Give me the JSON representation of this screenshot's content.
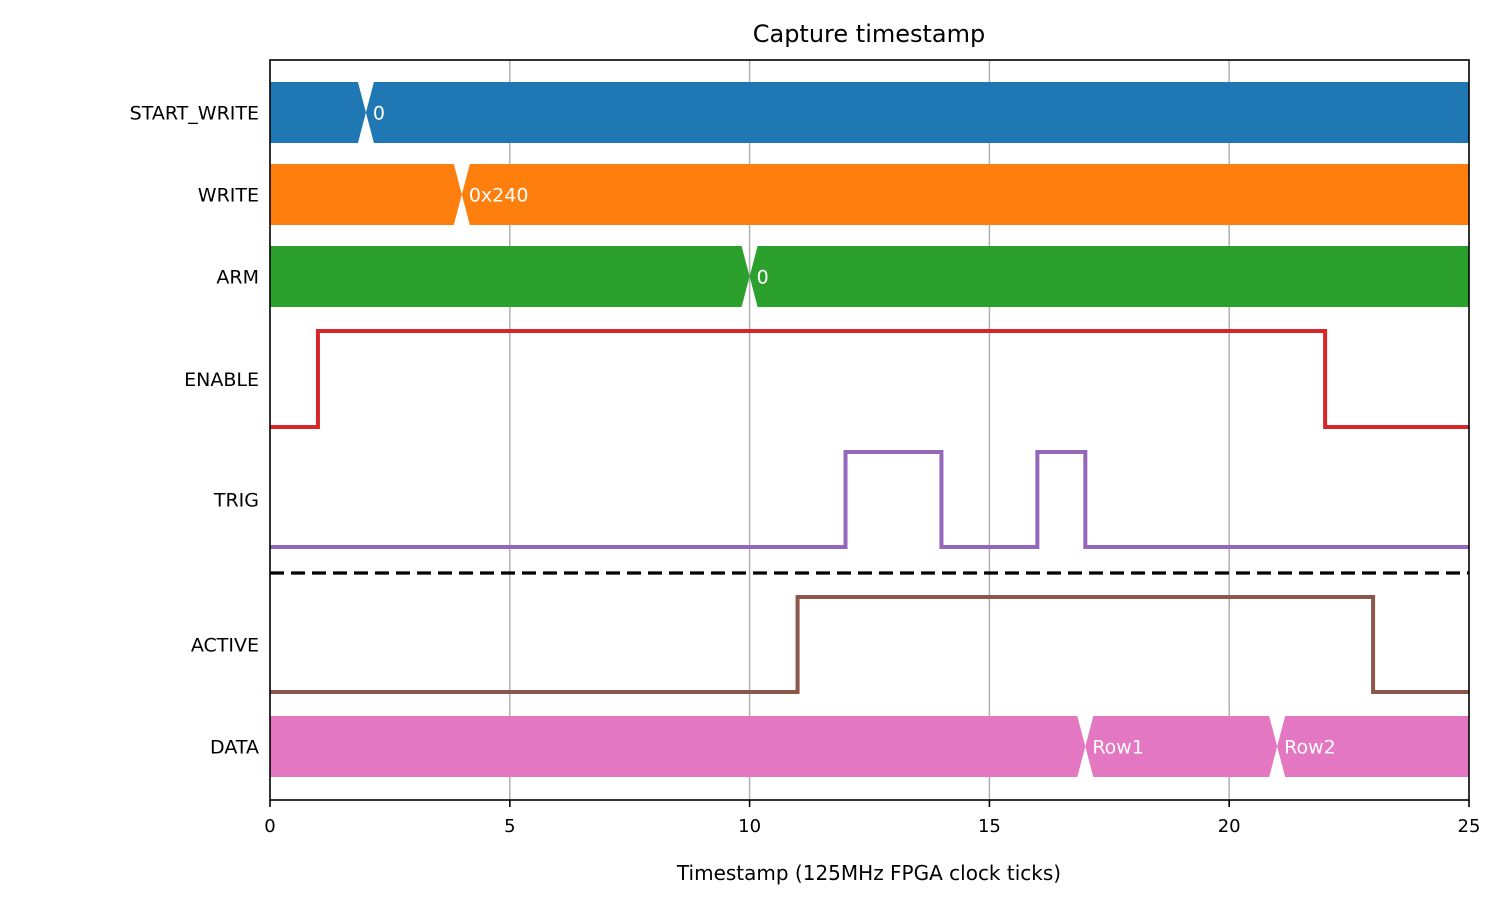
{
  "chart_data": {
    "type": "timing-diagram",
    "title": "Capture timestamp",
    "xlabel": "Timestamp (125MHz FPGA clock ticks)",
    "xlim": [
      0,
      25
    ],
    "xticks": [
      0,
      5,
      10,
      15,
      20,
      25
    ],
    "grid": "vertical",
    "separator_after_signal": "TRIG",
    "signals": [
      {
        "name": "START_WRITE",
        "kind": "bus",
        "color": "#1f77b4",
        "segments": [
          {
            "start": 0,
            "end": 2,
            "label": ""
          },
          {
            "start": 2,
            "end": 25,
            "label": "0"
          }
        ]
      },
      {
        "name": "WRITE",
        "kind": "bus",
        "color": "#ff7f0e",
        "segments": [
          {
            "start": 0,
            "end": 4,
            "label": ""
          },
          {
            "start": 4,
            "end": 25,
            "label": "0x240"
          }
        ]
      },
      {
        "name": "ARM",
        "kind": "bus",
        "color": "#2ca02c",
        "segments": [
          {
            "start": 0,
            "end": 10,
            "label": ""
          },
          {
            "start": 10,
            "end": 25,
            "label": "0"
          }
        ]
      },
      {
        "name": "ENABLE",
        "kind": "bit",
        "color": "#d62728",
        "initial": 0,
        "transitions": [
          1,
          22
        ]
      },
      {
        "name": "TRIG",
        "kind": "bit",
        "color": "#9467bd",
        "initial": 0,
        "transitions": [
          12,
          14,
          16,
          17
        ]
      },
      {
        "name": "ACTIVE",
        "kind": "bit",
        "color": "#8c564b",
        "initial": 0,
        "transitions": [
          11,
          23
        ]
      },
      {
        "name": "DATA",
        "kind": "bus",
        "color": "#e377c2",
        "segments": [
          {
            "start": 0,
            "end": 17,
            "label": ""
          },
          {
            "start": 17,
            "end": 21,
            "label": "Row1"
          },
          {
            "start": 21,
            "end": 25,
            "label": "Row2"
          }
        ]
      }
    ]
  }
}
